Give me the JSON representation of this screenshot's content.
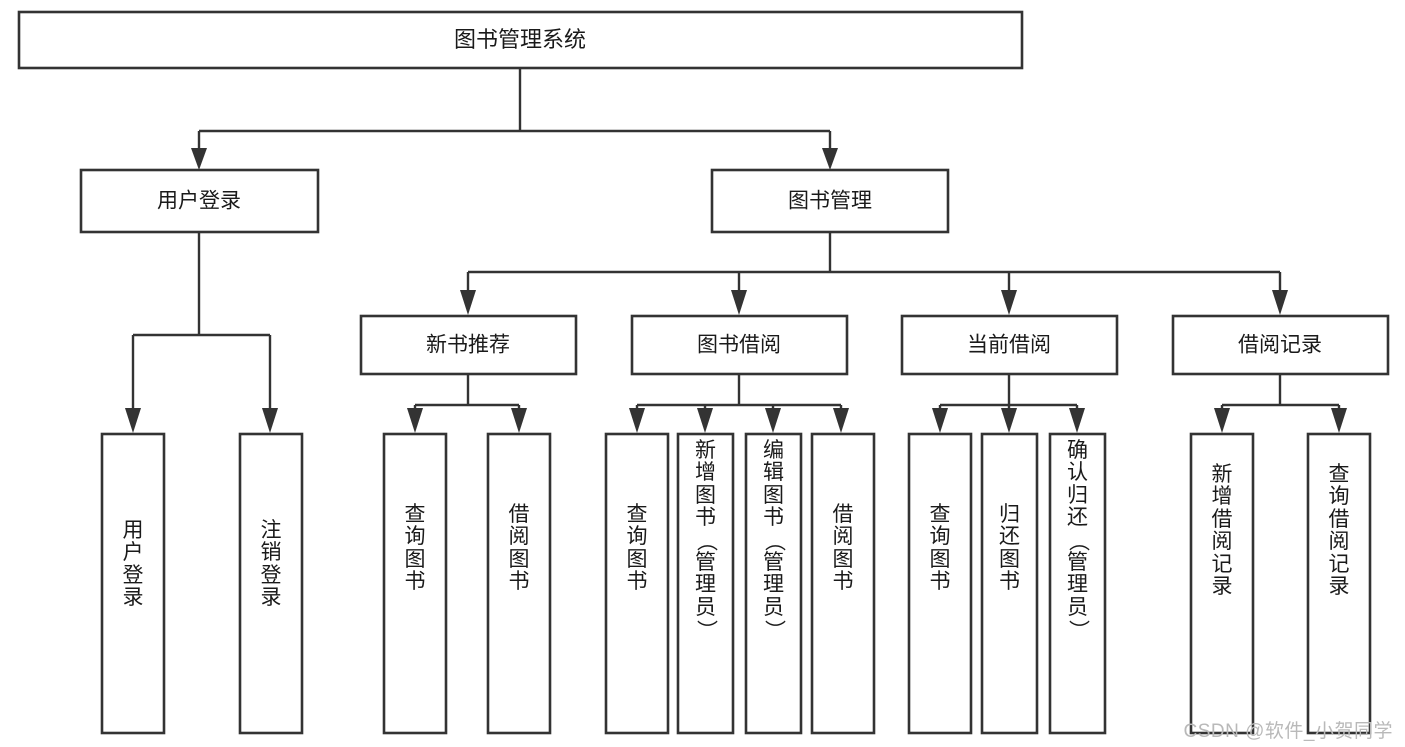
{
  "diagram": {
    "title": "图书管理系统",
    "type": "tree",
    "watermark": "CSDN @软件_小贺同学",
    "colors": {
      "box_stroke": "#333333",
      "box_fill": "#ffffff",
      "connector": "#333333",
      "text": "#1a1a1a",
      "watermark": "#b9b9b9",
      "background": "#ffffff"
    },
    "nodes": {
      "root": {
        "label": "图书管理系统"
      },
      "level1": [
        {
          "label": "用户登录"
        },
        {
          "label": "图书管理"
        }
      ],
      "level2": [
        {
          "label": "新书推荐"
        },
        {
          "label": "图书借阅"
        },
        {
          "label": "当前借阅"
        },
        {
          "label": "借阅记录"
        }
      ],
      "leaves": {
        "user_login": [
          {
            "label": "用户登录"
          },
          {
            "label": "注销登录"
          }
        ],
        "new_book_recommend": [
          {
            "label": "查询图书"
          },
          {
            "label": "借阅图书"
          }
        ],
        "book_borrow": [
          {
            "label": "查询图书"
          },
          {
            "label": "新增图书（管理员）"
          },
          {
            "label": "编辑图书（管理员）"
          },
          {
            "label": "借阅图书"
          }
        ],
        "current_borrow": [
          {
            "label": "查询图书"
          },
          {
            "label": "归还图书"
          },
          {
            "label": "确认归还（管理员）"
          }
        ],
        "borrow_record": [
          {
            "label": "新增借阅记录"
          },
          {
            "label": "查询借阅记录"
          }
        ]
      }
    }
  }
}
